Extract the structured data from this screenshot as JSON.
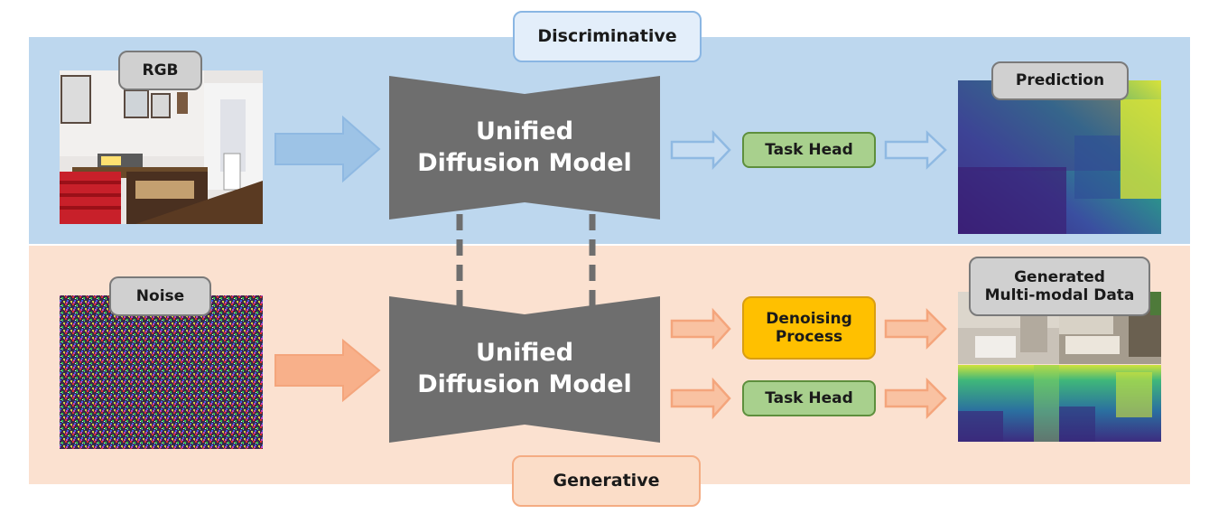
{
  "sections": {
    "discriminative": "Discriminative",
    "generative": "Generative"
  },
  "top_row": {
    "input_label": "RGB",
    "model_line1": "Unified",
    "model_line2": "Diffusion Model",
    "task_head": "Task Head",
    "output_label": "Prediction"
  },
  "bottom_row": {
    "input_label": "Noise",
    "model_line1": "Unified",
    "model_line2": "Diffusion Model",
    "denoising_line1": "Denoising",
    "denoising_line2": "Process",
    "task_head": "Task Head",
    "output_line1": "Generated",
    "output_line2": "Multi-modal Data"
  },
  "colors": {
    "discriminative_band": "#bdd7ee",
    "generative_band": "#fbe1d0",
    "model": "#6e6e6e",
    "task_head": "#a8d08d",
    "denoising": "#ffc000",
    "blue_arrow": "#9dc3e6",
    "orange_arrow": "#f8b08a"
  }
}
